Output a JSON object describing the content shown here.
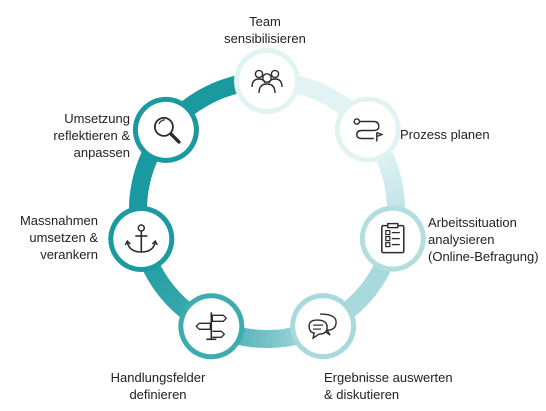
{
  "ring": {
    "colors": {
      "dark": "#1a9aa0",
      "mid": "#43adb3",
      "light": "#a8d9dc",
      "pale": "#e2f3f4",
      "icon": "#2b2b2b",
      "node_fill": "#ffffff"
    }
  },
  "steps": [
    {
      "icon": "team-people-icon",
      "lines": [
        "Team",
        "sensibilisieren"
      ]
    },
    {
      "icon": "process-path-icon",
      "lines": [
        "Prozess planen"
      ]
    },
    {
      "icon": "clipboard-checklist-icon",
      "lines": [
        "Arbeitssituation",
        "analysieren",
        "(Online-Befragung)"
      ]
    },
    {
      "icon": "speech-bubbles-icon",
      "lines": [
        "Ergebnisse auswerten",
        "& diskutieren"
      ]
    },
    {
      "icon": "signpost-icon",
      "lines": [
        "Handlungsfelder",
        "definieren"
      ]
    },
    {
      "icon": "anchor-icon",
      "lines": [
        "Massnahmen",
        "umsetzen &",
        "verankern"
      ]
    },
    {
      "icon": "magnifier-icon",
      "lines": [
        "Umsetzung",
        "reflektieren &",
        "anpassen"
      ]
    }
  ]
}
